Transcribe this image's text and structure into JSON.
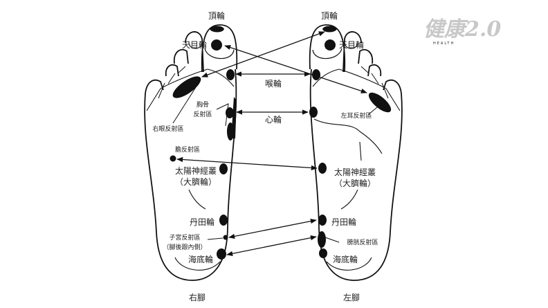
{
  "logo": {
    "main": "健康2.0",
    "sub": "HEALTH"
  },
  "labels": {
    "crown": "頂輪",
    "third_eye": "天目輪",
    "throat": "喉輪",
    "heart": "心輪",
    "sternum_1": "胸骨",
    "sternum_2": "反射區",
    "right_eye": "右眼反射區",
    "left_ear": "左耳反射區",
    "gallbladder": "膽反射區",
    "solar_plexus": "太陽神經叢",
    "solar_plexus_sub": "（大臍輪）",
    "dantian": "丹田輪",
    "uterus_1": "子宮反射區",
    "uterus_2": "（腳後跟內側）",
    "bladder": "膀胱反射區",
    "root": "海底輪",
    "right_foot": "右腳",
    "left_foot": "左腳"
  },
  "colors": {
    "ink": "#111111",
    "logo": "#c8c8c8"
  }
}
